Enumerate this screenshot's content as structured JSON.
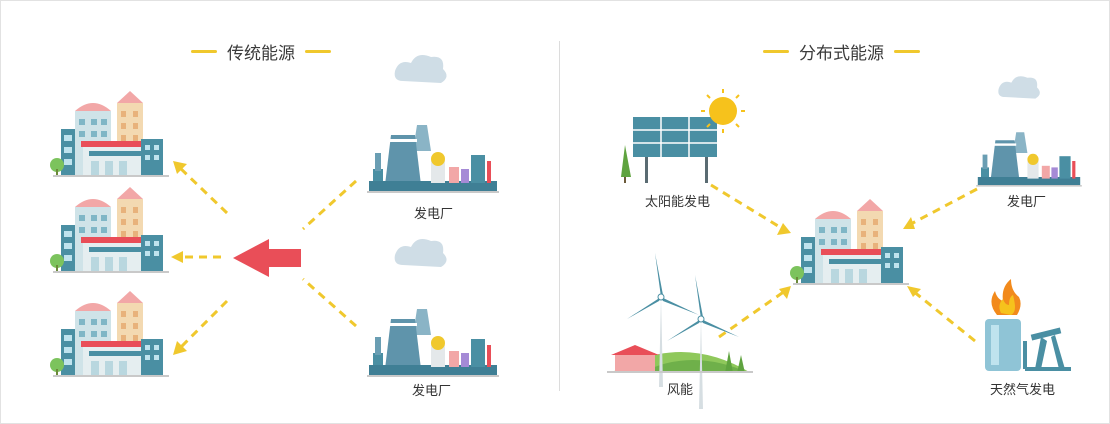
{
  "titles": {
    "traditional": "传统能源",
    "distributed": "分布式能源"
  },
  "labels": {
    "plant_top": "发电厂",
    "plant_bottom": "发电厂",
    "solar": "太阳能发电",
    "wind": "风能",
    "plant_right": "发电厂",
    "gas": "天然气发电"
  },
  "colors": {
    "accent_yellow": "#f0c82d",
    "arrow_red": "#e94e58",
    "building_teal": "#4a8fa3",
    "building_pink": "#f2a7a7"
  },
  "icons": [
    "building-icon",
    "power-plant-icon",
    "solar-panel-icon",
    "sun-icon",
    "wind-turbine-icon",
    "gas-flame-icon",
    "oil-pump-icon"
  ]
}
